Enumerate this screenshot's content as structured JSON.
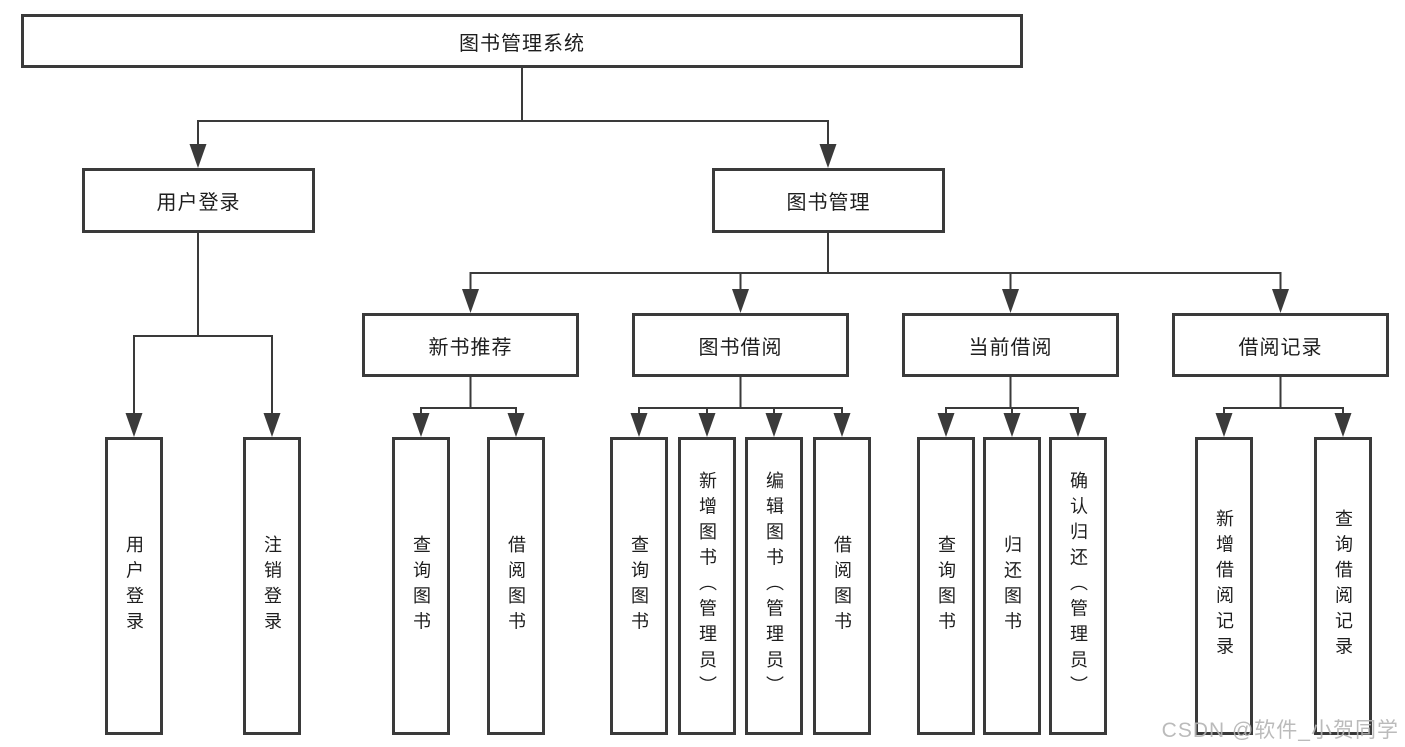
{
  "diagram": {
    "root": {
      "label": "图书管理系统"
    },
    "branches": {
      "user_login": {
        "label": "用户登录"
      },
      "book_management": {
        "label": "图书管理"
      }
    },
    "sections": {
      "new_book_recommend": {
        "label": "新书推荐"
      },
      "book_borrow": {
        "label": "图书借阅"
      },
      "current_borrow": {
        "label": "当前借阅"
      },
      "borrow_records": {
        "label": "借阅记录"
      }
    },
    "leaves": {
      "user_login": [
        "用户登录",
        "注销登录"
      ],
      "new_book_recommend": [
        "查询图书",
        "借阅图书"
      ],
      "book_borrow": [
        "查询图书",
        "新增图书（管理员）",
        "编辑图书（管理员）",
        "借阅图书"
      ],
      "current_borrow": [
        "查询图书",
        "归还图书",
        "确认归还（管理员）"
      ],
      "borrow_records": [
        "新增借阅记录",
        "查询借阅记录"
      ]
    },
    "colors": {
      "line": "#3a3a3a",
      "text": "#1e1e1e",
      "background": "#ffffff",
      "watermark": "#b4b4b4"
    }
  },
  "watermark": {
    "text": "CSDN @软件_小贺同学"
  }
}
